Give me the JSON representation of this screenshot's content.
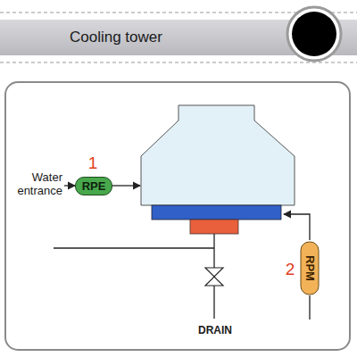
{
  "diagram": {
    "title": "Cooling tower",
    "nodes": [
      {
        "text": [
          "RPE"
        ]
      },
      {
        "text": [
          "RPM"
        ]
      }
    ],
    "labels": [
      "Water entrance",
      "1",
      "2",
      "DRAIN"
    ]
  }
}
